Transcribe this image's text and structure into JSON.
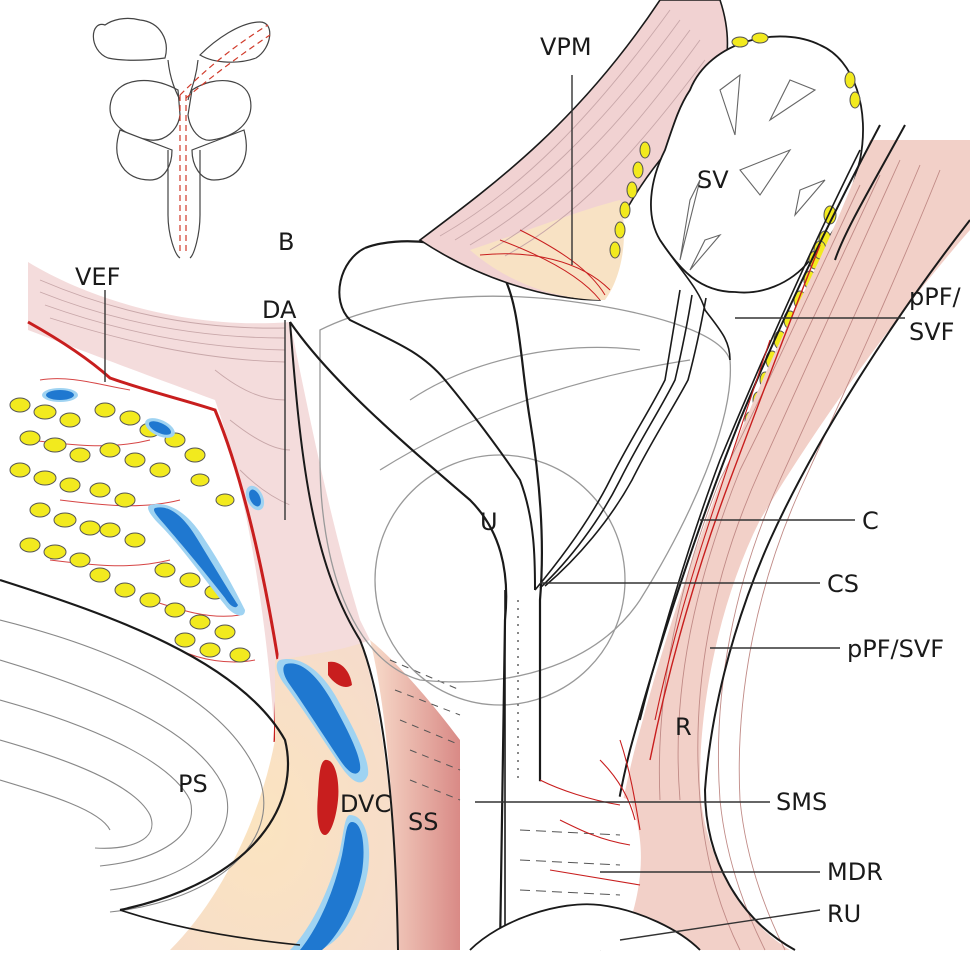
{
  "labels": {
    "vpm": "VPM",
    "sv": "SV",
    "b": "B",
    "vef": "VEF",
    "da": "DA",
    "ppf_svf_top_line1": "pPF/",
    "ppf_svf_top_line2": "SVF",
    "u": "U",
    "c": "C",
    "cs": "CS",
    "ppf_svf_mid": "pPF/SVF",
    "r": "R",
    "ps": "PS",
    "dvc": "DVC",
    "ss": "SS",
    "sms": "SMS",
    "mdr": "MDR",
    "ru": "RU"
  },
  "colors": {
    "fascia_red": "#c81e1e",
    "vein_blue": "#1f78d0",
    "vein_halo": "#9fd3f2",
    "fat_yellow": "#f2ea1e",
    "muscle_pink": "#f1d2d2",
    "tissue_cream": "#f8e2c4",
    "line": "#1a1a1a"
  }
}
